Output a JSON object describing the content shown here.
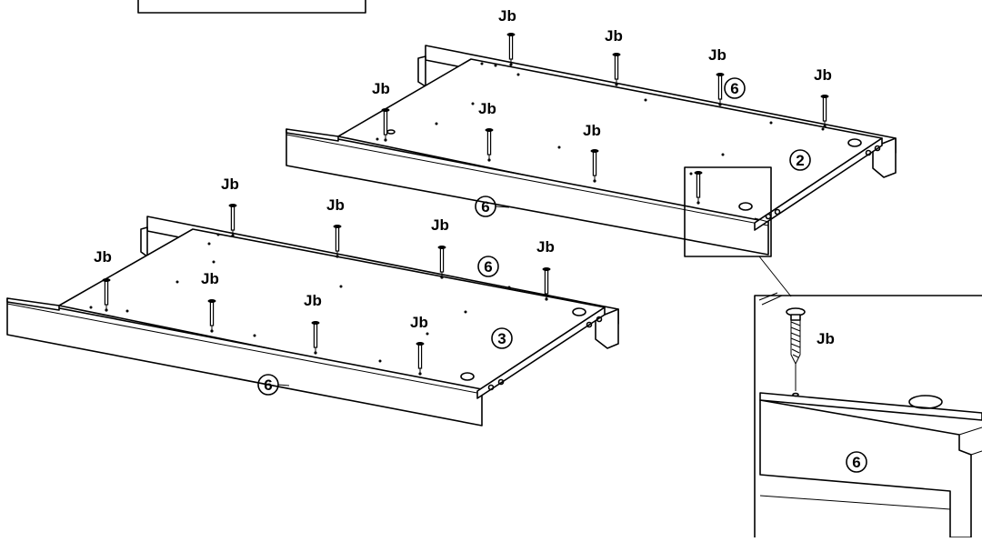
{
  "top_box_text": "",
  "screw_label": "Jb",
  "parts": {
    "panel_2": "2",
    "panel_3": "3",
    "rail_6": "6"
  },
  "detail": {
    "screw_label": "Jb",
    "rail_label": "6"
  }
}
